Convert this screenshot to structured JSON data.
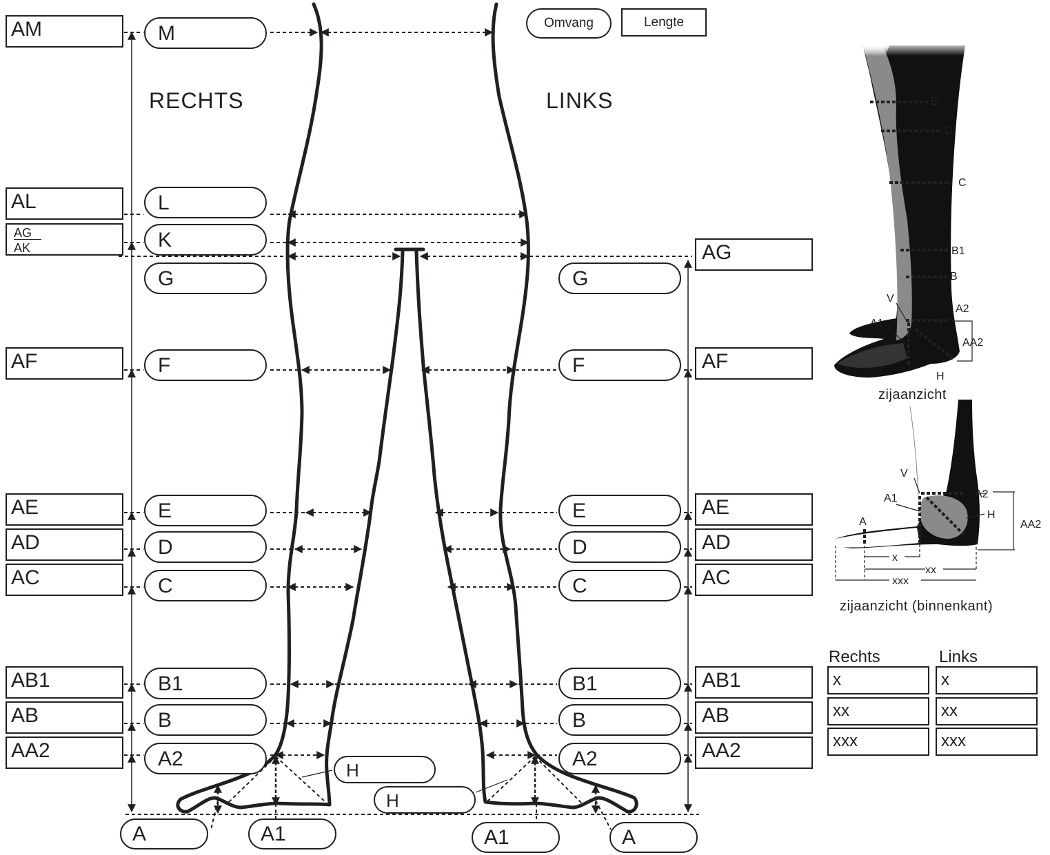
{
  "legend": {
    "omvang": "Omvang",
    "lengte": "Lengte"
  },
  "headings": {
    "right": "RECHTS",
    "left": "LINKS"
  },
  "left_boxes": {
    "AM": "AM",
    "AL": "AL",
    "AG": "AG",
    "AK": "AK",
    "AF": "AF",
    "AE": "AE",
    "AD": "AD",
    "AC": "AC",
    "AB1": "AB1",
    "AB": "AB",
    "AA2": "AA2"
  },
  "right_boxes": {
    "AG": "AG",
    "AF": "AF",
    "AE": "AE",
    "AD": "AD",
    "AC": "AC",
    "AB1": "AB1",
    "AB": "AB",
    "AA2": "AA2"
  },
  "right_pills": {
    "M": "M",
    "L": "L",
    "K": "K",
    "G": "G",
    "F": "F",
    "E": "E",
    "D": "D",
    "C": "C",
    "B1": "B1",
    "B": "B",
    "A2": "A2"
  },
  "left_pills": {
    "G": "G",
    "F": "F",
    "E": "E",
    "D": "D",
    "C": "C",
    "B1": "B1",
    "B": "B",
    "A2": "A2"
  },
  "foot_pills": {
    "A_right": "A",
    "A1_right": "A1",
    "H_right": "H",
    "H_left": "H",
    "A1_left": "A1",
    "A_left": "A"
  },
  "side_view": {
    "caption": "zijaanzicht",
    "labels": {
      "E": "E",
      "D": "D",
      "C": "C",
      "B1": "B1",
      "B": "B",
      "A2": "A2",
      "V": "V",
      "A1": "A1",
      "AA2": "AA2",
      "H": "H"
    }
  },
  "inner_view": {
    "caption": "zijaanzicht (binnenkant)",
    "labels": {
      "V": "V",
      "A2": "A2",
      "A1": "A1",
      "H": "H",
      "A": "A",
      "AA2": "AA2",
      "x": "x",
      "xx": "xx",
      "xxx": "xxx"
    }
  },
  "table": {
    "header_right": "Rechts",
    "header_left": "Links",
    "rows": [
      {
        "right": "x",
        "left": "x"
      },
      {
        "right": "xx",
        "left": "xx"
      },
      {
        "right": "xxx",
        "left": "xxx"
      }
    ]
  }
}
